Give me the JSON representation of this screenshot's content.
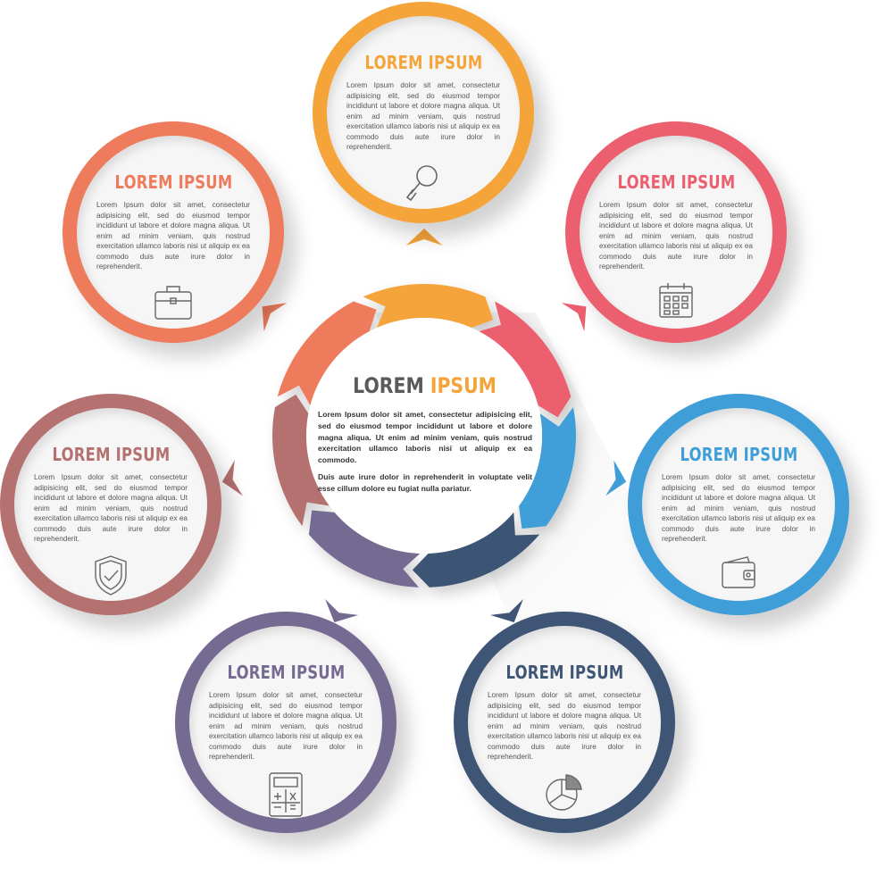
{
  "center": {
    "title_a": "LOREM",
    "title_b": "IPSUM",
    "para1": "Lorem Ipsum dolor sit amet, consectetur adipisicing elit, sed do eiusmod tempor incididunt ut labore et dolore magna aliqua. Ut enim ad minim veniam, quis nostrud exercitation ullamco laboris nisi ut aliquip ex ea commodo.",
    "para2": "Duis aute irure dolor in reprehenderit in voluptate velit esse cillum dolore eu fugiat nulla pariatur.",
    "title_a_color": "#5a5a5a",
    "title_b_color": "#f5a43a"
  },
  "items": [
    {
      "title": "LOREM IPSUM",
      "text": "Lorem Ipsum dolor sit amet, consectetur adipisicing elit, sed do eiusmod tempor incididunt ut labore et dolore magna aliqua. Ut enim ad minim veniam, quis nostrud exercitation ullamco laboris nisi ut aliquip ex ea commodo duis aute irure dolor in reprehenderit.",
      "icon": "magnifier-icon",
      "color": "#f5a43a"
    },
    {
      "title": "LOREM IPSUM",
      "text": "Lorem Ipsum dolor sit amet, consectetur adipisicing elit, sed do eiusmod tempor incididunt ut labore et dolore magna aliqua. Ut enim ad minim veniam, quis nostrud exercitation ullamco laboris nisi ut aliquip ex ea commodo duis aute irure dolor in reprehenderit.",
      "icon": "calendar-icon",
      "color": "#ec5f6e"
    },
    {
      "title": "LOREM IPSUM",
      "text": "Lorem Ipsum dolor sit amet, consectetur adipisicing elit, sed do eiusmod tempor incididunt ut labore et dolore magna aliqua. Ut enim ad minim veniam, quis nostrud exercitation ullamco laboris nisi ut aliquip ex ea commodo duis aute irure dolor in reprehenderit.",
      "icon": "wallet-icon",
      "color": "#3f9ed8"
    },
    {
      "title": "LOREM IPSUM",
      "text": "Lorem Ipsum dolor sit amet, consectetur adipisicing elit, sed do eiusmod tempor incididunt ut labore et dolore magna aliqua. Ut enim ad minim veniam, quis nostrud exercitation ullamco laboris nisi ut aliquip ex ea commodo duis aute irure dolor in reprehenderit.",
      "icon": "pie-chart-icon",
      "color": "#3e5575"
    },
    {
      "title": "LOREM IPSUM",
      "text": "Lorem Ipsum dolor sit amet, consectetur adipisicing elit, sed do eiusmod tempor incididunt ut labore et dolore magna aliqua. Ut enim ad minim veniam, quis nostrud exercitation ullamco laboris nisi ut aliquip ex ea commodo duis aute irure dolor in reprehenderit.",
      "icon": "calculator-icon",
      "color": "#756b92"
    },
    {
      "title": "LOREM IPSUM",
      "text": "Lorem Ipsum dolor sit amet, consectetur adipisicing elit, sed do eiusmod tempor incididunt ut labore et dolore magna aliqua. Ut enim ad minim veniam, quis nostrud exercitation ullamco laboris nisi ut aliquip ex ea commodo duis aute irure dolor in reprehenderit.",
      "icon": "shield-check-icon",
      "color": "#b4716f"
    },
    {
      "title": "LOREM IPSUM",
      "text": "Lorem Ipsum dolor sit amet, consectetur adipisicing elit, sed do eiusmod tempor incididunt ut labore et dolore magna aliqua. Ut enim ad minim veniam, quis nostrud exercitation ullamco laboris nisi ut aliquip ex ea commodo duis aute irure dolor in reprehenderit.",
      "icon": "briefcase-icon",
      "color": "#ee7b5c"
    }
  ]
}
